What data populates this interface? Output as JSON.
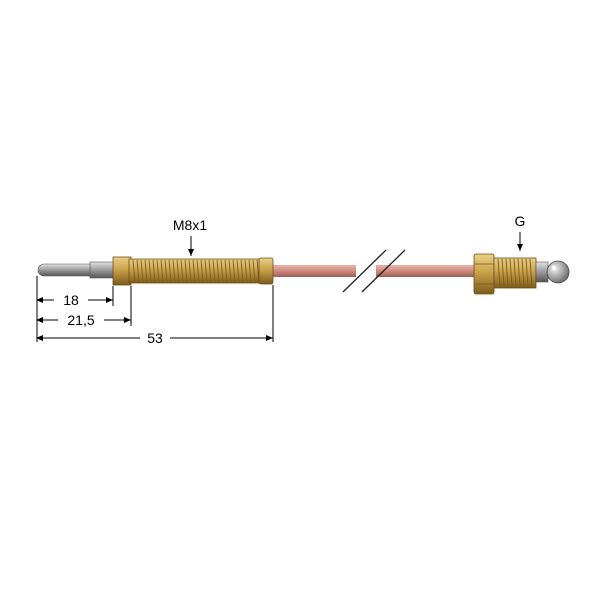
{
  "labels": {
    "thread": "M8x1",
    "connector": "G",
    "dim_18": "18",
    "dim_21_5": "21,5",
    "dim_53": "53"
  },
  "colors": {
    "brass": "#c9a24a",
    "brass_dark": "#8f6a22",
    "copper": "#cf8a80",
    "copper_dark": "#9e5e55",
    "steel": "#9a9a9a",
    "line": "#000000"
  }
}
